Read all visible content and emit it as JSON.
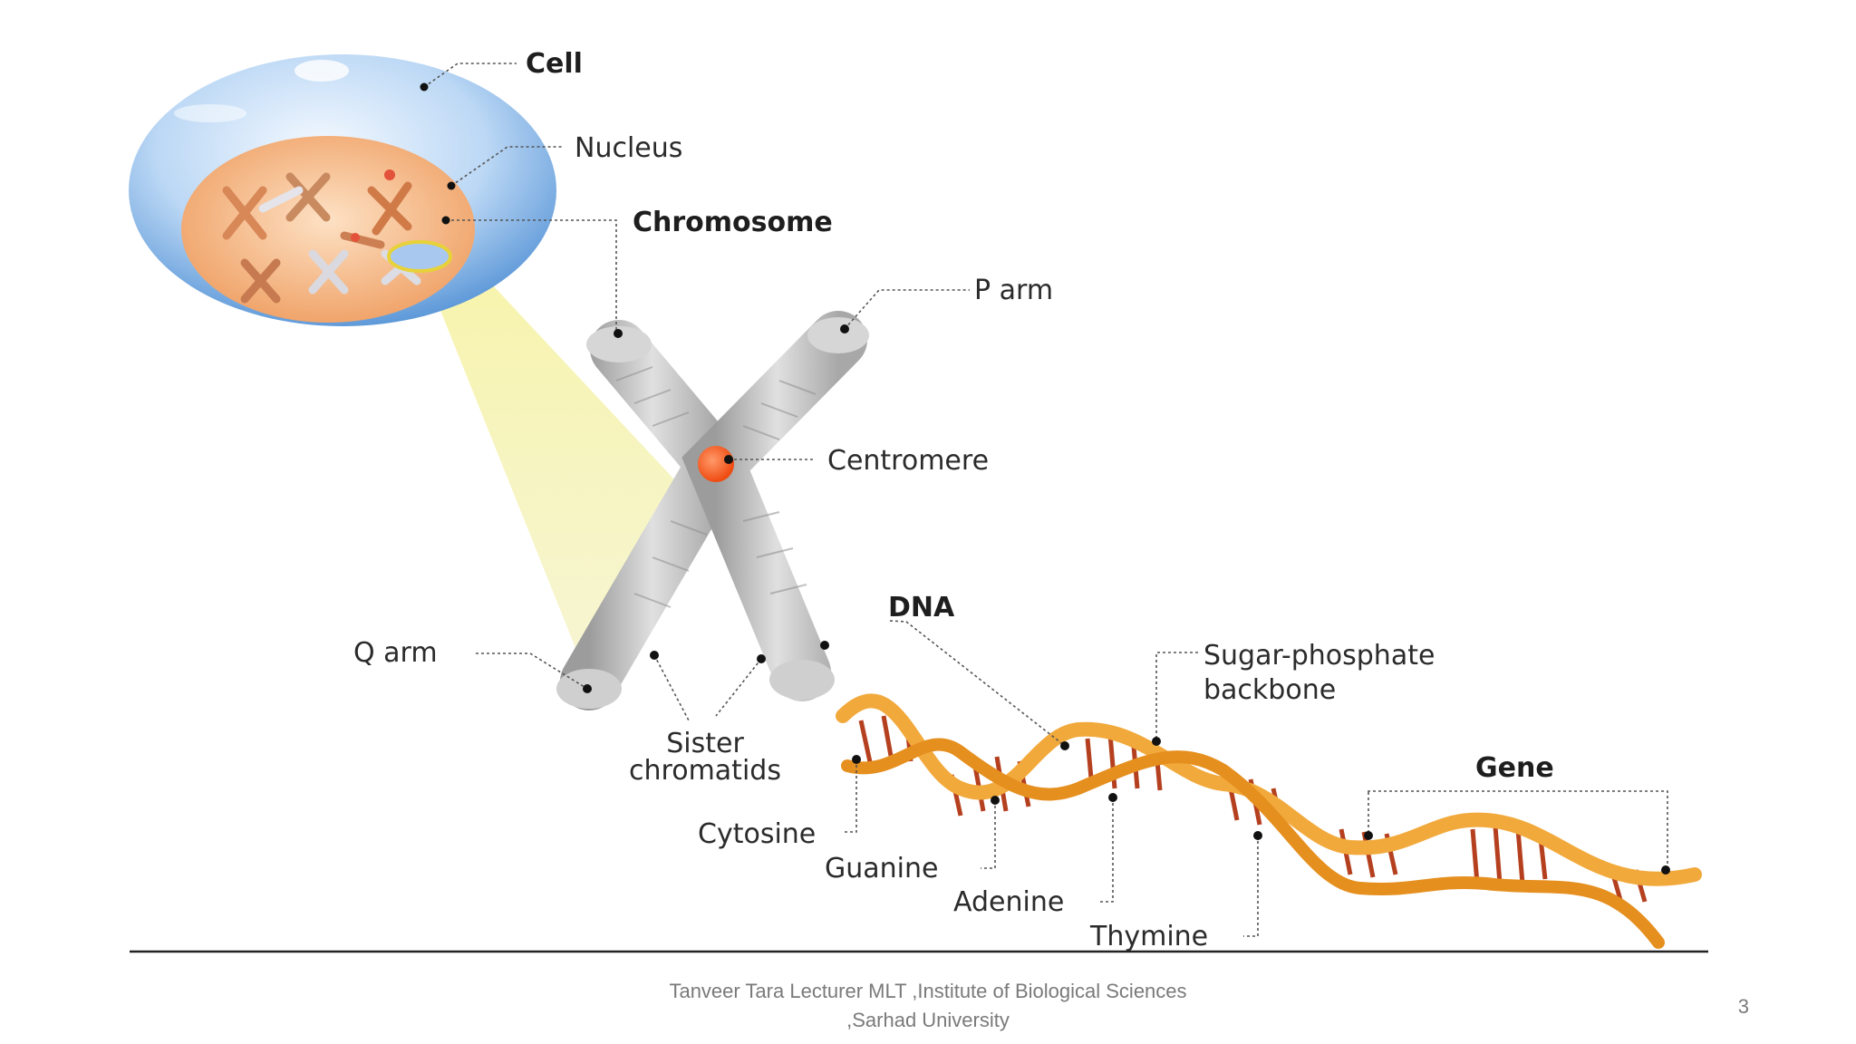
{
  "labels": {
    "cell": "Cell",
    "nucleus": "Nucleus",
    "chromosome": "Chromosome",
    "p_arm": "P arm",
    "centromere": "Centromere",
    "dna": "DNA",
    "q_arm": "Q arm",
    "sister_line1": "Sister",
    "sister_line2": "chromatids",
    "sugar_line1": "Sugar-phosphate",
    "sugar_line2": "backbone",
    "gene": "Gene",
    "cytosine": "Cytosine",
    "guanine": "Guanine",
    "adenine": "Adenine",
    "thymine": "Thymine"
  },
  "footer": {
    "line1": "Tanveer Tara Lecturer MLT ,Institute of Biological Sciences",
    "line2": ",Sarhad University",
    "page_number": "3"
  },
  "colors": {
    "cell": "#7aaee0",
    "nucleus": "#f2b27e",
    "chromosome": "#b9b9b9",
    "centromere": "#ff5a1f",
    "dna_backbone": "#f2a93b",
    "dna_rungs": "#b5401f",
    "zoom_beam": "#f1f1a3"
  }
}
